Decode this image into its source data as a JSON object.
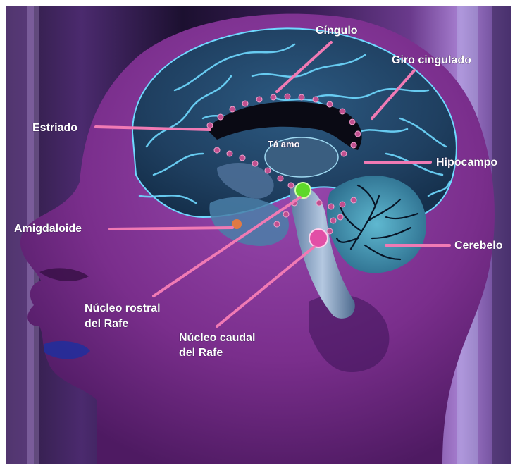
{
  "diagram": {
    "labels": {
      "cingulo": "Cíngulo",
      "giro_cingulado": "Giro cingulado",
      "estriado": "Estriado",
      "talamo": "Tá amo",
      "hipocampo": "Hipocampo",
      "amigdaloide": "Amigdaloide",
      "cerebelo": "Cerebelo",
      "nucleo_rostral_1": "Núcleo rostral",
      "nucleo_rostral_2": "del Rafe",
      "nucleo_caudal_1": "Núcleo caudal",
      "nucleo_caudal_2": "del Rafe"
    },
    "colors": {
      "background": "#2b1440",
      "head": "#7a2e8c",
      "brain": "#1f3f60",
      "vessels": "#6fd9ff",
      "leader_lines": "#f07ab4",
      "pathway_dots": "#c0508f",
      "raphe_rostral": "#5ed82a",
      "raphe_caudal": "#e24fa6"
    }
  }
}
